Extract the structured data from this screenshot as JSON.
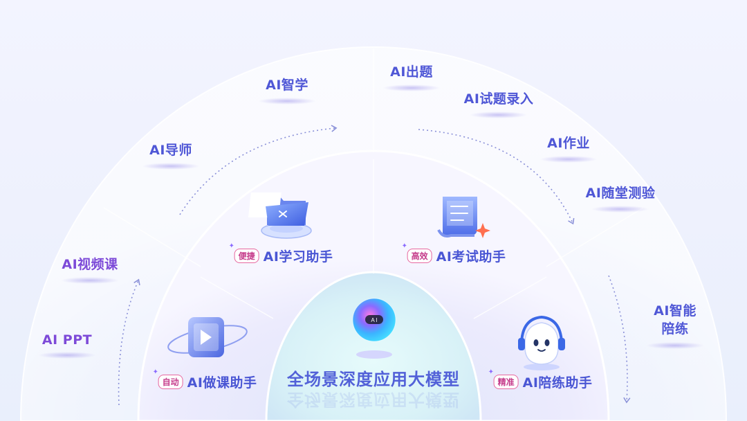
{
  "center": {
    "title": "全场景深度应用大模型",
    "orb_label": "A I"
  },
  "outer_features": [
    {
      "id": "ai-zhixue",
      "label": "AI智学"
    },
    {
      "id": "ai-chuti",
      "label": "AI出题"
    },
    {
      "id": "ai-shiti-luru",
      "label": "AI试题录入"
    },
    {
      "id": "ai-daoshi",
      "label": "AI导师"
    },
    {
      "id": "ai-zuoye",
      "label": "AI作业"
    },
    {
      "id": "ai-suitang-ceyan",
      "label": "AI随堂测验"
    },
    {
      "id": "ai-shipinke",
      "label": "AI视频课"
    },
    {
      "id": "ai-ppt",
      "label": "AI PPT"
    },
    {
      "id": "ai-zhineng-peilian",
      "label_line1": "AI智能",
      "label_line2": "陪练"
    }
  ],
  "assistants": [
    {
      "id": "xuexi",
      "tag": "便捷",
      "name": "AI学习助手",
      "icon": "folder-icon"
    },
    {
      "id": "kaoshi",
      "tag": "高效",
      "name": "AI考试助手",
      "icon": "exam-paper-icon"
    },
    {
      "id": "zuoke",
      "tag": "自动",
      "name": "AI做课助手",
      "icon": "video-play-icon"
    },
    {
      "id": "peilian",
      "tag": "精准",
      "name": "AI陪练助手",
      "icon": "robot-headset-icon"
    }
  ],
  "colors": {
    "feature_text": "#4f57d6",
    "feature_text_left": "#7d4ad8",
    "tag_border": "#e7679f",
    "accent": "#5261d8"
  }
}
